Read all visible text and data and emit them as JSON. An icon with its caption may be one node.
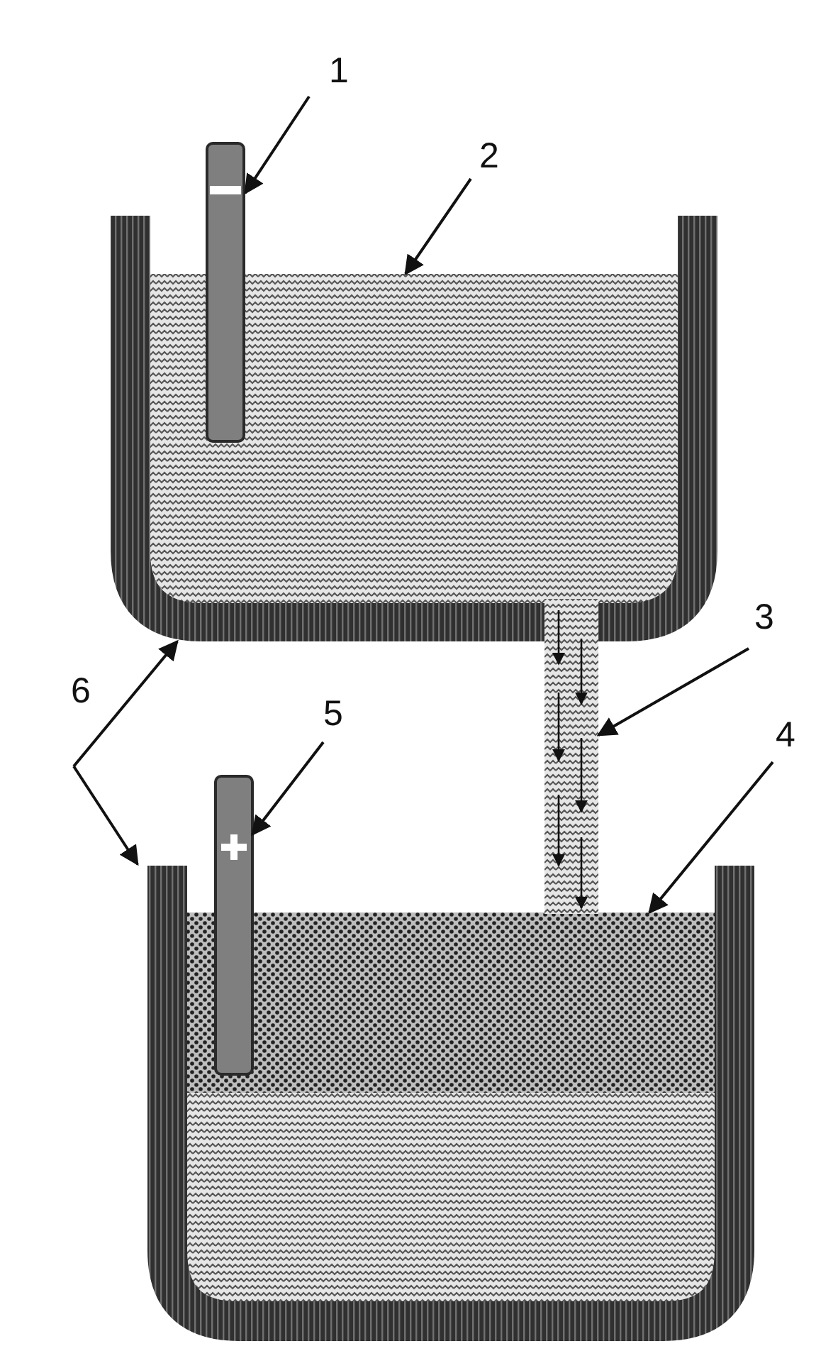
{
  "diagram": {
    "nodes": [
      {
        "text": [
          "1"
        ]
      },
      {
        "text": [],
        "shape": "box"
      },
      {
        "text": [],
        "shape": "bar"
      },
      {
        "text": [
          "2"
        ]
      },
      {
        "text": [],
        "shape": "box",
        "in": 1
      },
      {
        "text": [
          "3"
        ]
      },
      {
        "text": [],
        "shape": "bar"
      },
      {
        "text": [
          "4"
        ]
      },
      {
        "text": [
          "5"
        ]
      },
      {
        "text": [
          "6"
        ]
      },
      {
        "text": [],
        "shape": "box"
      },
      {
        "text": [],
        "shape": "box",
        "in": 10
      },
      {
        "text": [],
        "shape": "bar"
      }
    ],
    "edges": [
      {
        "from": 0,
        "to": 2,
        "arrow": "to"
      },
      {
        "from": 3,
        "to": 4,
        "arrow": "to"
      },
      {
        "from": 5,
        "to": 6,
        "arrow": "to"
      },
      {
        "from": 7,
        "to": 11,
        "arrow": "to"
      },
      {
        "from": 8,
        "to": 12,
        "arrow": "to"
      },
      {
        "from": 9,
        "to": 1,
        "arrow": "to"
      },
      {
        "from": 9,
        "to": 10,
        "arrow": "to"
      }
    ]
  }
}
